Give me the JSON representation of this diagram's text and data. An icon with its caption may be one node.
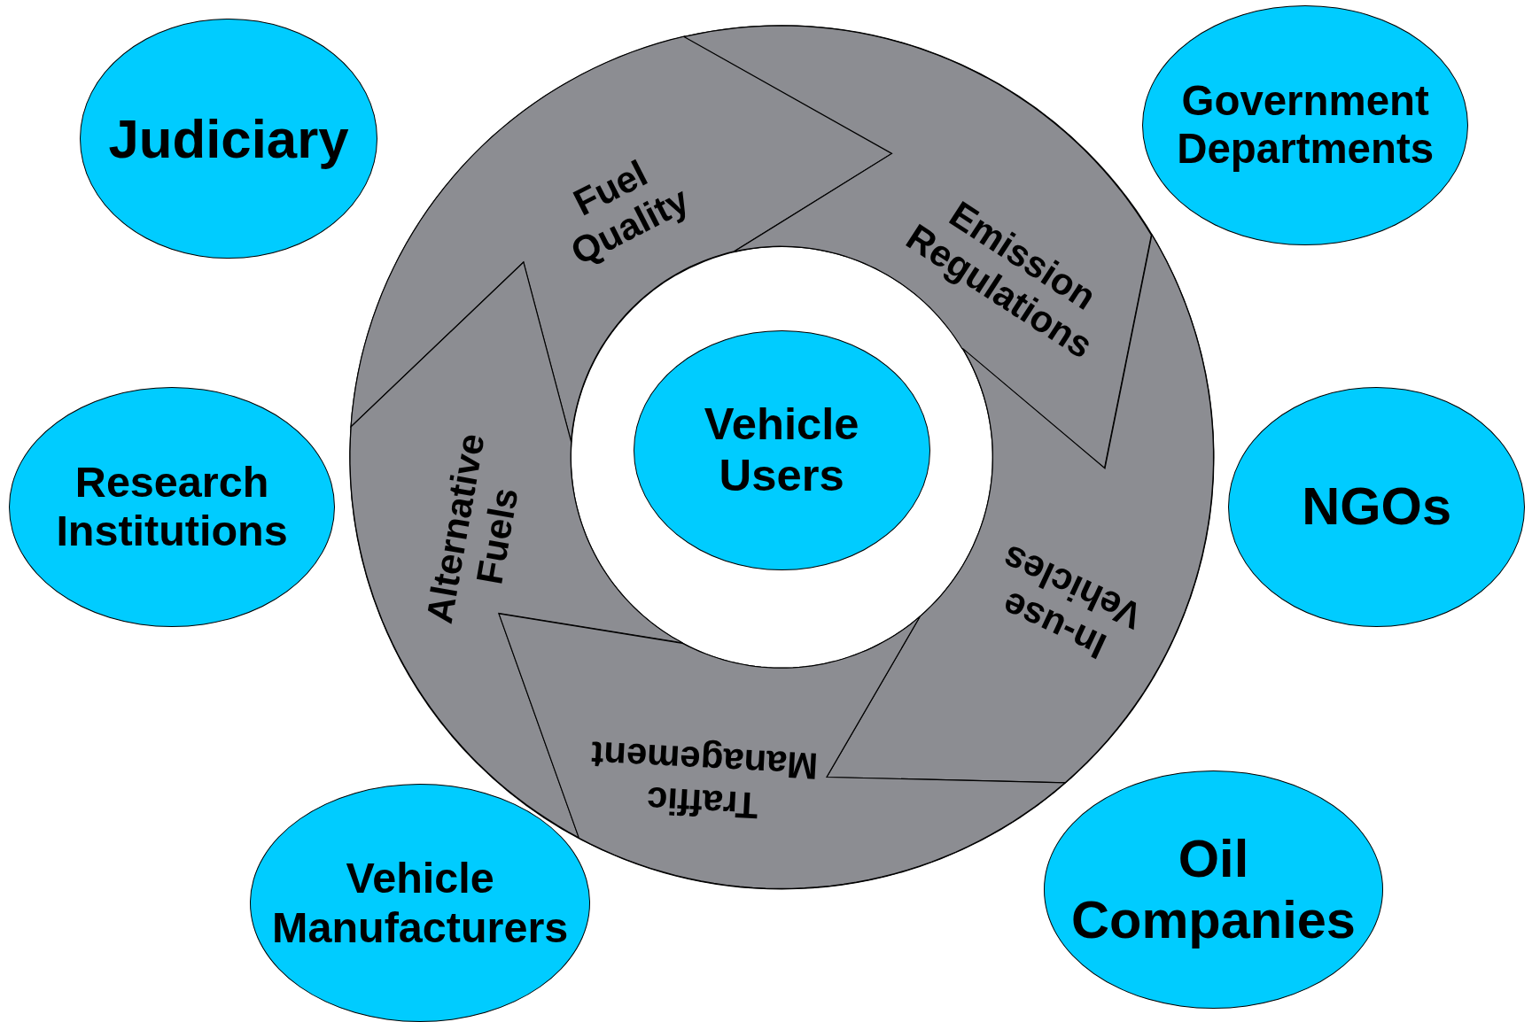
{
  "diagram": {
    "nodes": [
      {
        "text": [
          "Judiciary"
        ]
      },
      {
        "text": [
          "Government Departments"
        ]
      },
      {
        "text": [],
        "shape": "circle"
      },
      {
        "text": [
          "Fuel Quality"
        ],
        "in": 2
      },
      {
        "text": [
          "Emission Regulations"
        ],
        "in": 2
      },
      {
        "text": [
          "Alternative Fuels"
        ],
        "in": 2
      },
      {
        "text": [
          "Vehicle Users"
        ],
        "in": 2
      },
      {
        "text": [
          "In-use Vehicles"
        ],
        "in": 2
      },
      {
        "text": [
          "Traffic Management"
        ],
        "in": 2
      },
      {
        "text": [
          "Research Institutions"
        ]
      },
      {
        "text": [
          "NGOs"
        ]
      },
      {
        "text": [
          "Vehicle Manufacturers"
        ]
      },
      {
        "text": [
          "Oil Companies"
        ]
      }
    ]
  }
}
